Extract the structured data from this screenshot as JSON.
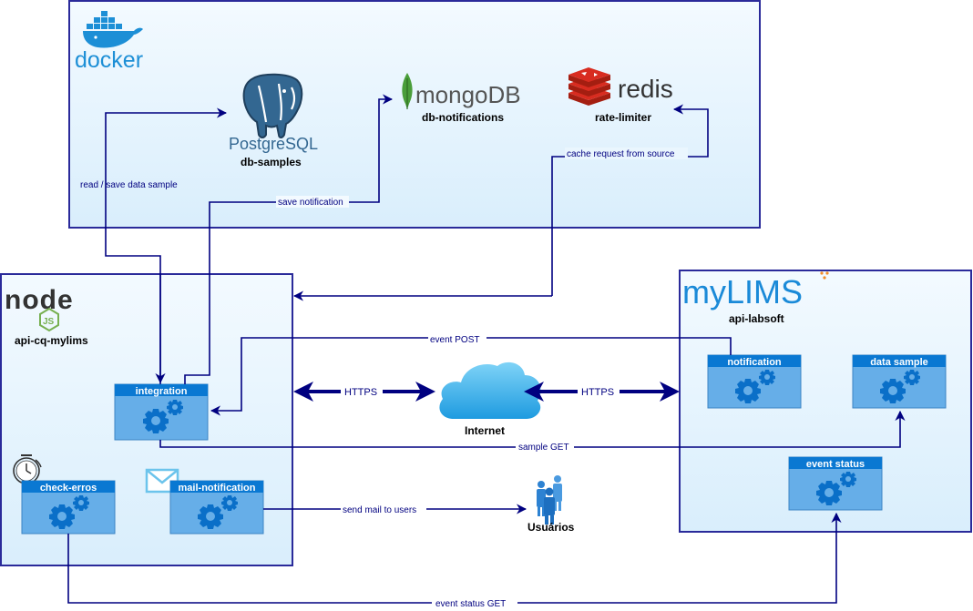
{
  "docker": {
    "logo_text": "docker"
  },
  "databases": [
    {
      "brand": "PostgreSQL",
      "name": "db-samples"
    },
    {
      "brand": "mongoDB",
      "name": "db-notifications"
    },
    {
      "brand": "redis",
      "name": "rate-limiter"
    }
  ],
  "api_cq": {
    "name": "api-cq-mylims",
    "brand": "node",
    "badge": "JS",
    "components": {
      "integration": "integration",
      "check": "check-erros",
      "mail": "mail-notification"
    }
  },
  "mylims": {
    "brand": "myLIMS",
    "name": "api-labsoft",
    "components": {
      "notification": "notification",
      "sample": "data sample",
      "status": "event status"
    }
  },
  "internet": {
    "label": "Internet"
  },
  "users": {
    "label": "Usuários"
  },
  "edges": {
    "read_save": "read / save data sample",
    "save_notification": "save notification",
    "cache": "cache request from source",
    "event_post": "event POST",
    "https_left": "HTTPS",
    "https_right": "HTTPS",
    "sample_get": "sample GET",
    "send_mail": "send mail to users",
    "event_status_get": "event status GET"
  },
  "colors": {
    "frame": "#2a2a9a",
    "edge": "#000080",
    "component_fill": "#66aee8",
    "component_header": "#0a78d2",
    "gear": "#0a6fc8",
    "docker_blue": "#1d8fd6",
    "redis_red": "#d82c20",
    "mongo_green": "#4a9e3a",
    "node_dark": "#333333",
    "node_green": "#77b050",
    "mylims_blue": "#1a8ad8"
  }
}
